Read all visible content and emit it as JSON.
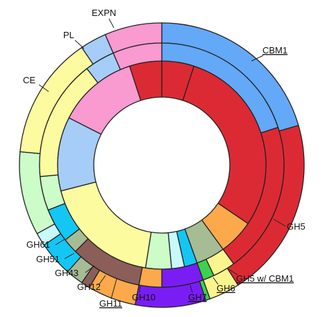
{
  "chart_data": {
    "type": "multi-ring-donut",
    "rings": [
      {
        "ring": "outer",
        "segments": [
          {
            "label": "CBM1",
            "value": 20.5,
            "color": "#64a8f8"
          },
          {
            "label": "GH5",
            "value": 20.5,
            "color": "#dc2a34"
          },
          {
            "label": "GH5 w/ CBM1",
            "value": 3.5,
            "color": "#fbf58f"
          },
          {
            "label": "GH6",
            "value": 0.5,
            "color": "#3bd24e"
          },
          {
            "label": "GH7",
            "value": 8.0,
            "color": "#7a1df5"
          },
          {
            "label": "GH10",
            "value": 5.5,
            "color": "#fca94c"
          },
          {
            "label": "GH11",
            "value": 1.0,
            "color": "#8b5e5a"
          },
          {
            "label": "GH12",
            "value": 2.0,
            "color": "#a6bc94"
          },
          {
            "label": "GH43",
            "value": 4.0,
            "color": "#14c6f4"
          },
          {
            "label": "GH51",
            "value": 1.5,
            "color": "#c8f9fb"
          },
          {
            "label": "GH61",
            "value": 9.5,
            "color": "#ccfcc7"
          },
          {
            "label": "CE",
            "value": 14.0,
            "color": "#fdfb9f"
          },
          {
            "label": "PL",
            "value": 3.0,
            "color": "#a6cdf7"
          },
          {
            "label": "EXPN",
            "value": 6.5,
            "color": "#f99ad0"
          }
        ]
      },
      {
        "ring": "middle",
        "segments": [
          {
            "value": 20.0,
            "color": "#64a8f8"
          },
          {
            "value": 20.0,
            "color": "#dc2a34"
          },
          {
            "value": 3.0,
            "color": "#fbf58f"
          },
          {
            "value": 1.5,
            "color": "#3bd24e"
          },
          {
            "value": 5.5,
            "color": "#7a1df5"
          },
          {
            "value": 3.0,
            "color": "#fca94c"
          },
          {
            "value": 9.5,
            "color": "#8b5e5a"
          },
          {
            "value": 2.0,
            "color": "#a6bc94"
          },
          {
            "value": 4.5,
            "color": "#14c6f4"
          },
          {
            "value": 4.5,
            "color": "#ccfcc7"
          },
          {
            "value": 16.0,
            "color": "#fdfb9f"
          },
          {
            "value": 4.0,
            "color": "#a6cdf7"
          },
          {
            "value": 6.5,
            "color": "#f99ad0"
          }
        ]
      },
      {
        "ring": "inner",
        "segments": [
          {
            "value": 5.0,
            "color": "#dc2a34"
          },
          {
            "value": 29.5,
            "color": "#dc2a34"
          },
          {
            "value": 5.5,
            "color": "#fca94c"
          },
          {
            "value": 4.5,
            "color": "#a6bc94"
          },
          {
            "value": 2.0,
            "color": "#14c6f4"
          },
          {
            "value": 2.0,
            "color": "#c8f9fb"
          },
          {
            "value": 4.0,
            "color": "#ccfcc7"
          },
          {
            "value": 18.5,
            "color": "#fdfb9f"
          },
          {
            "value": 11.5,
            "color": "#a6cdf7"
          },
          {
            "value": 12.5,
            "color": "#f99ad0"
          },
          {
            "value": 5.0,
            "color": "#dc2a34"
          }
        ]
      }
    ],
    "labels": [
      {
        "text": "CBM1",
        "underline": true
      },
      {
        "text": "GH5",
        "underline": false
      },
      {
        "text": "GH5 w/ CBM1",
        "underline": true
      },
      {
        "text": "GH6",
        "underline": true
      },
      {
        "text": "GH7",
        "underline": true
      },
      {
        "text": "GH10",
        "underline": false
      },
      {
        "text": "GH11",
        "underline": true
      },
      {
        "text": "GH12",
        "underline": false
      },
      {
        "text": "GH43",
        "underline": false
      },
      {
        "text": "GH51",
        "underline": false
      },
      {
        "text": "GH61",
        "underline": false
      },
      {
        "text": "CE",
        "underline": false
      },
      {
        "text": "PL",
        "underline": false
      },
      {
        "text": "EXPN",
        "underline": false
      }
    ]
  }
}
